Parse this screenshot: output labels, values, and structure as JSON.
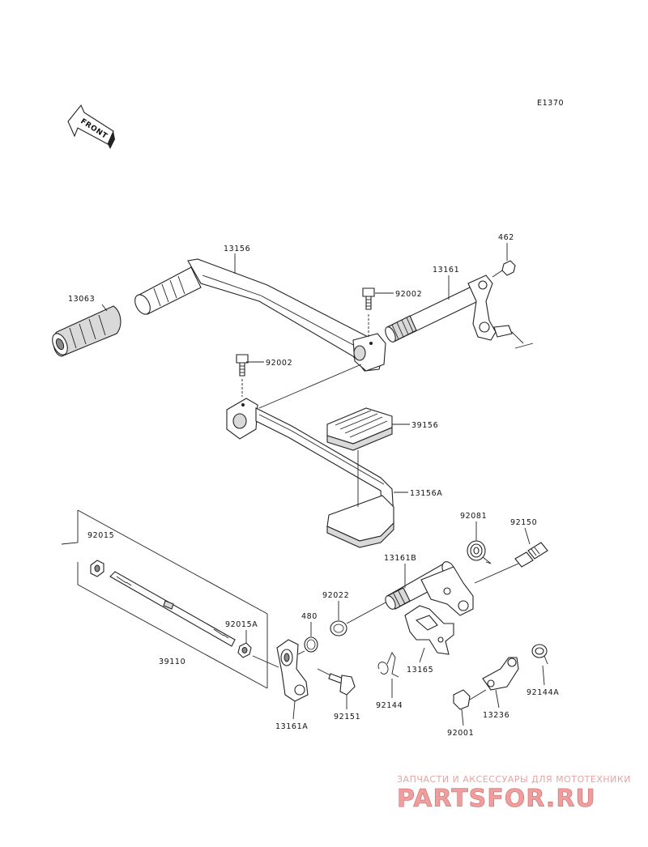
{
  "diagram_code": "E1370",
  "front_marker": "FRONT",
  "callouts": [
    {
      "id": "c-13063",
      "text": "13063"
    },
    {
      "id": "c-13156",
      "text": "13156"
    },
    {
      "id": "c-92002a",
      "text": "92002"
    },
    {
      "id": "c-13161",
      "text": "13161"
    },
    {
      "id": "c-462",
      "text": "462"
    },
    {
      "id": "c-92002b",
      "text": "92002"
    },
    {
      "id": "c-39156",
      "text": "39156"
    },
    {
      "id": "c-13156A",
      "text": "13156A"
    },
    {
      "id": "c-92015",
      "text": "92015"
    },
    {
      "id": "c-92081",
      "text": "92081"
    },
    {
      "id": "c-92150",
      "text": "92150"
    },
    {
      "id": "c-13161B",
      "text": "13161B"
    },
    {
      "id": "c-92022",
      "text": "92022"
    },
    {
      "id": "c-480",
      "text": "480"
    },
    {
      "id": "c-92015A",
      "text": "92015A"
    },
    {
      "id": "c-39110",
      "text": "39110"
    },
    {
      "id": "c-13165",
      "text": "13165"
    },
    {
      "id": "c-92144",
      "text": "92144"
    },
    {
      "id": "c-92144A",
      "text": "92144A"
    },
    {
      "id": "c-13236",
      "text": "13236"
    },
    {
      "id": "c-92001",
      "text": "92001"
    },
    {
      "id": "c-92151",
      "text": "92151"
    },
    {
      "id": "c-13161A",
      "text": "13161A"
    }
  ],
  "watermark": {
    "tagline": "ЗАПЧАСТИ И АКСЕССУАРЫ ДЛЯ МОТОТЕХНИКИ",
    "logo": "PARTSFOR.RU"
  }
}
